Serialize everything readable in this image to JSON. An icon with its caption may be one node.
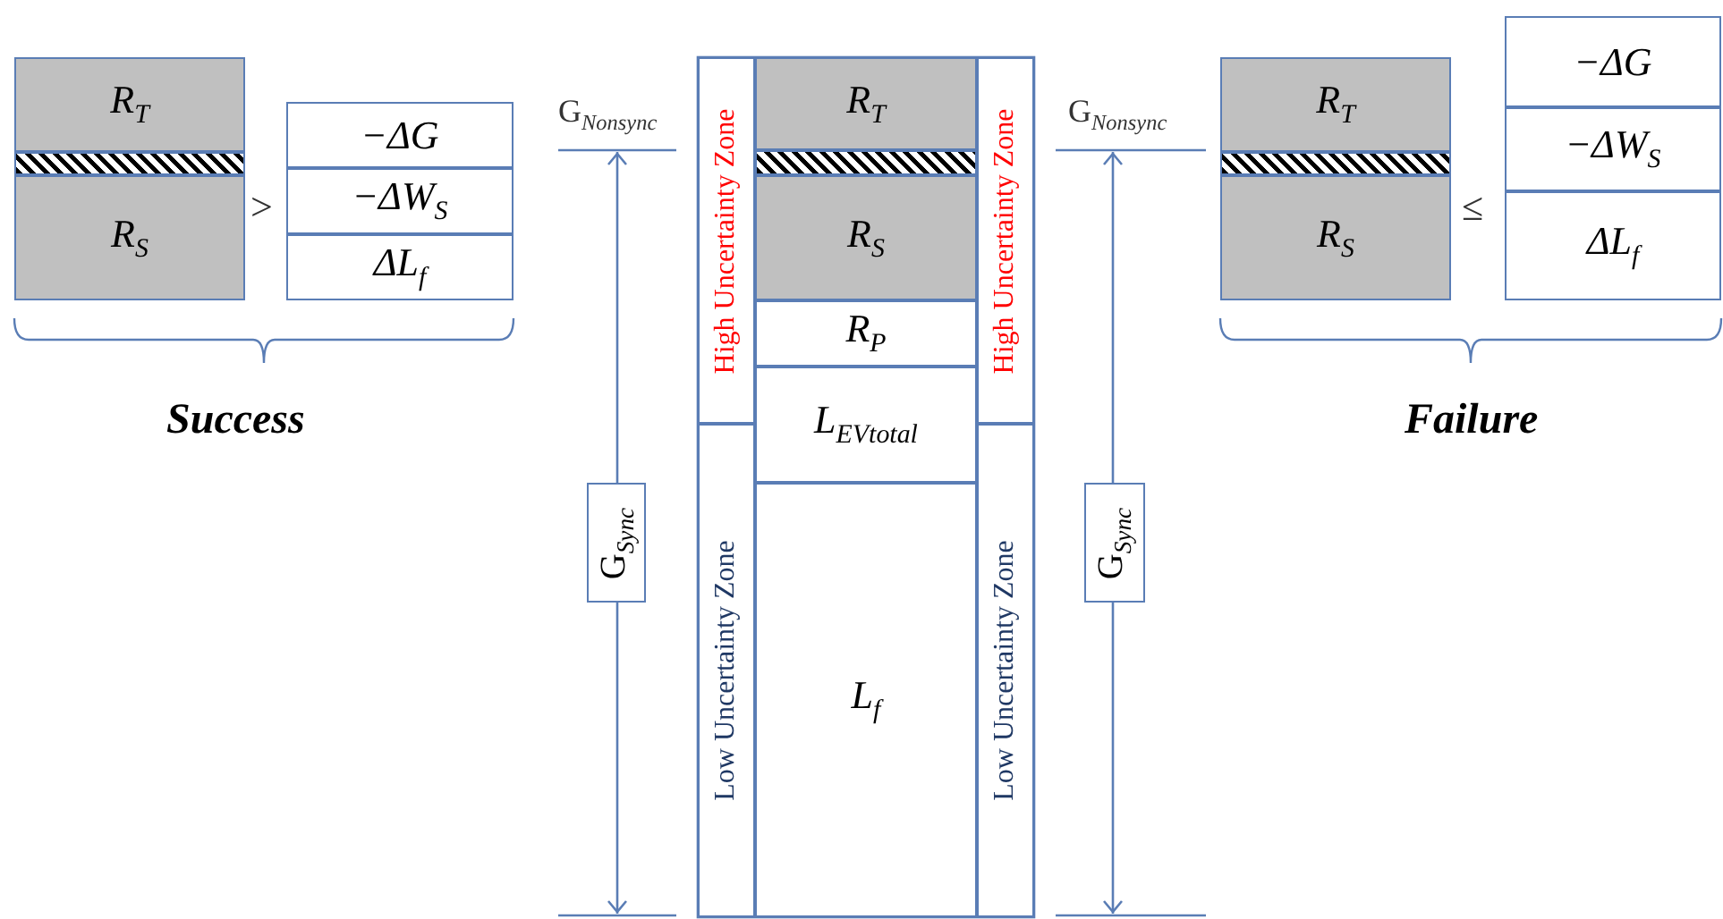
{
  "diagram": {
    "nodes": [
      {
        "text": [
          "R$_{T}$"
        ]
      },
      {
        "text": [],
        "shape": "bar"
      },
      {
        "text": [
          "R$_{S}$"
        ]
      },
      {
        "text": [
          "−ΔG"
        ]
      },
      {
        "text": [
          "−ΔW$_{S}$"
        ]
      },
      {
        "text": [
          "ΔL$_{f}$"
        ]
      },
      {
        "text": [
          "G$_{Sync}$"
        ]
      },
      {
        "text": [
          "High Uncertainty Zone"
        ]
      },
      {
        "text": [
          "Low Uncertainty Zone"
        ]
      },
      {
        "text": [
          "R$_{T}$"
        ]
      },
      {
        "text": [],
        "shape": "bar"
      },
      {
        "text": [
          "R$_{S}$"
        ]
      },
      {
        "text": [
          "R$_{P}$"
        ]
      },
      {
        "text": [
          "L$_{EVtotal}$"
        ]
      },
      {
        "text": [
          "L$_{f}$"
        ]
      },
      {
        "text": [
          "High Uncertainty Zone"
        ]
      },
      {
        "text": [
          "Low Uncertainty Zone"
        ]
      },
      {
        "text": [
          "G$_{Sync}$"
        ]
      },
      {
        "text": [
          "R$_{T}$"
        ]
      },
      {
        "text": [],
        "shape": "bar"
      },
      {
        "text": [
          "R$_{S}$"
        ]
      },
      {
        "text": [
          "−ΔG"
        ]
      },
      {
        "text": [
          "−ΔW$_{S}$"
        ]
      },
      {
        "text": [
          "ΔL$_{f}$"
        ]
      }
    ],
    "labels": [
      "G$_{Nonsync}$",
      "G$_{Nonsync}$",
      ">",
      "≤",
      "Success",
      "Failure"
    ]
  }
}
